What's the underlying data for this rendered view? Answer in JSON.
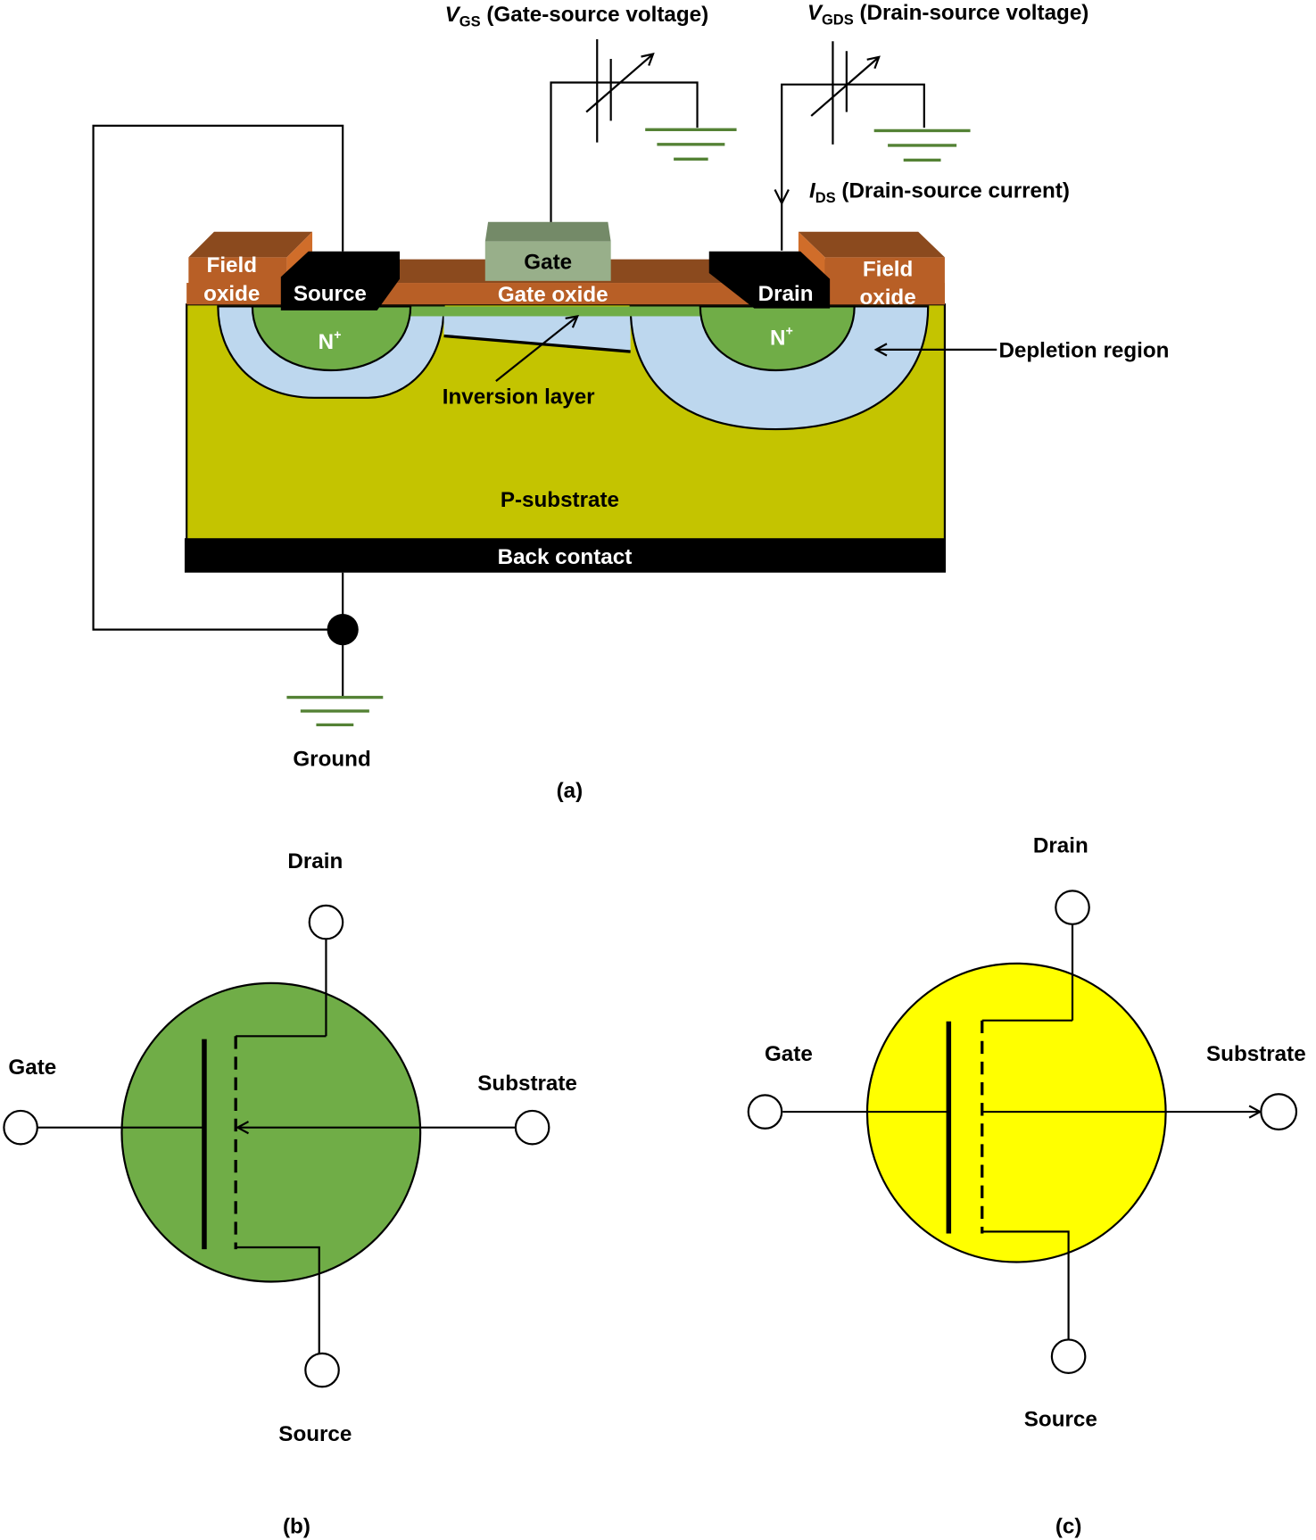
{
  "figure_a": {
    "caption": "(a)",
    "vgs": {
      "symbol": "V",
      "subscript": "GS",
      "text": " (Gate-source voltage)"
    },
    "vgds": {
      "symbol": "V",
      "subscript": "GDS",
      "text": " (Drain-source voltage)"
    },
    "ids": {
      "symbol": "I",
      "subscript": "DS",
      "text": " (Drain-source current)"
    },
    "field_oxide_left": [
      "Field",
      "oxide"
    ],
    "field_oxide_right": [
      "Field",
      "oxide"
    ],
    "source": "Source",
    "gate": "Gate",
    "gate_oxide": "Gate oxide",
    "drain": "Drain",
    "n_plus": {
      "base": "N",
      "sup": "+"
    },
    "inversion_layer": "Inversion layer",
    "depletion_region": "Depletion region",
    "p_substrate": "P-substrate",
    "back_contact": "Back contact",
    "ground": "Ground"
  },
  "figure_b": {
    "caption": "(b)",
    "drain": "Drain",
    "gate": "Gate",
    "substrate": "Substrate",
    "source": "Source",
    "fill_color": "#70ad47",
    "arrow_direction": "inward"
  },
  "figure_c": {
    "caption": "(c)",
    "drain": "Drain",
    "gate": "Gate",
    "substrate": "Substrate",
    "source": "Source",
    "fill_color": "#ffff00",
    "arrow_direction": "outward"
  },
  "colors": {
    "substrate": "#c4c400",
    "depletion": "#bdd7ee",
    "n_plus": "#70ad47",
    "oxide_front": "#b85f26",
    "oxide_top": "#8b4a1e",
    "gate_front": "#98af8a",
    "gate_top": "#748a68",
    "ground": "#548235"
  }
}
